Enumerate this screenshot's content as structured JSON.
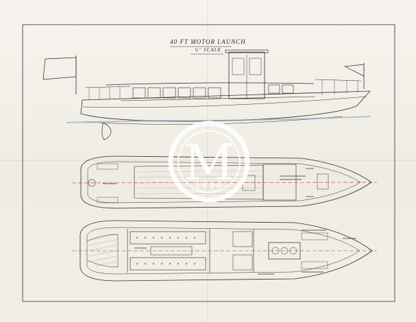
{
  "drawing": {
    "title": "40 FT MOTOR LAUNCH",
    "scale": "½\" SCALE"
  },
  "watermark": {
    "letter": "M",
    "year": "1896"
  },
  "colors": {
    "paper": "#f3f1ea",
    "ink": "#2b2a27",
    "red_ink": "#c0392b",
    "blue_wash": "#7f9bb5",
    "watermark": "#ffffff"
  }
}
